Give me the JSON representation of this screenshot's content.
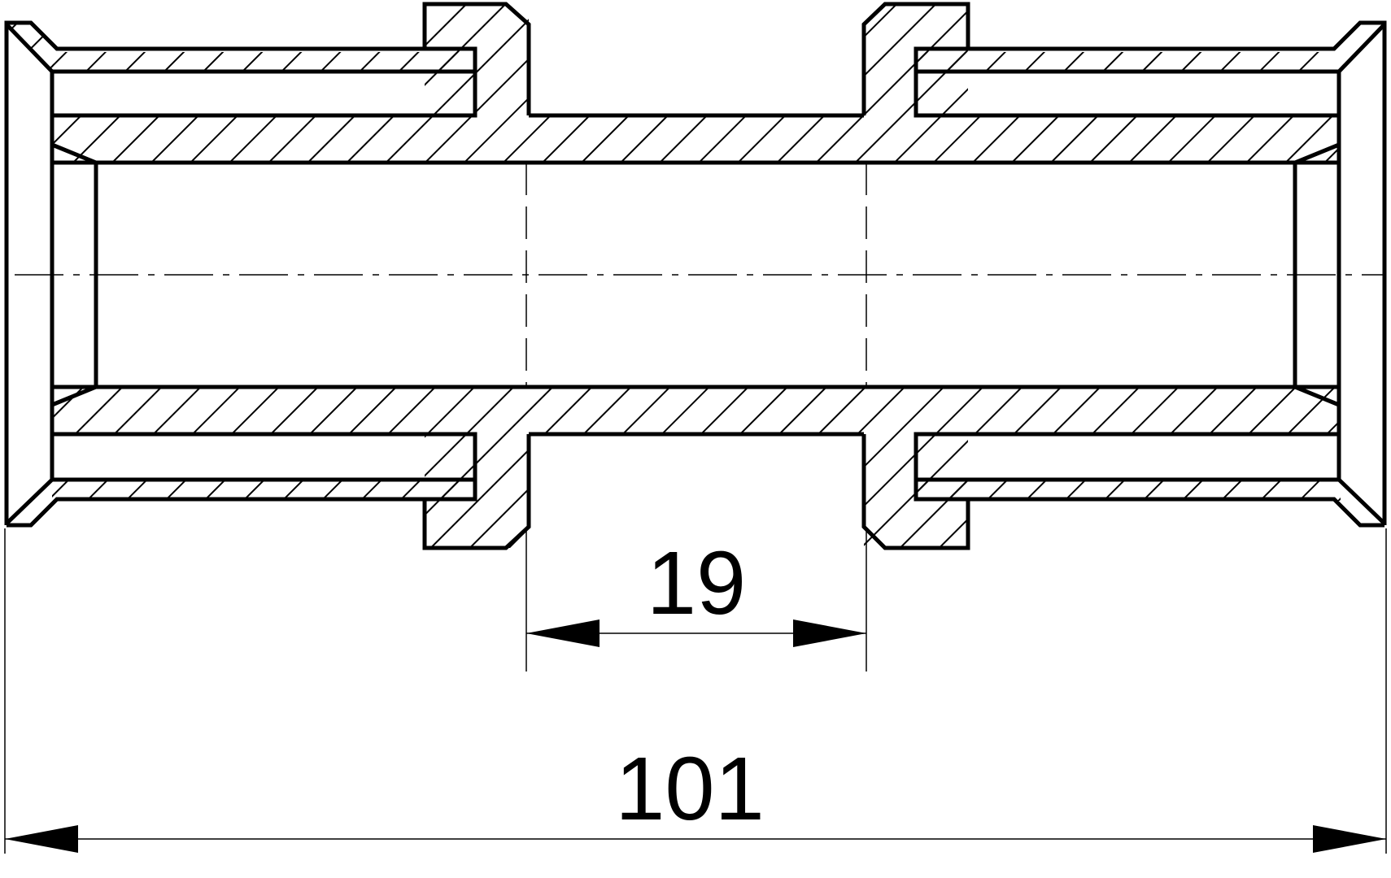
{
  "drawing": {
    "dimensions": [
      {
        "id": "center-gap",
        "value": "19"
      },
      {
        "id": "overall-length",
        "value": "101"
      }
    ]
  },
  "colors": {
    "stroke": "#000000",
    "background": "#ffffff"
  }
}
